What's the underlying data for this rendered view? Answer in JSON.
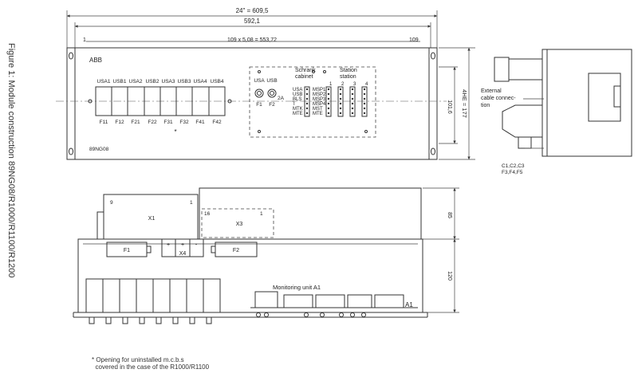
{
  "figure_caption": "Figure 1: Module construction 89NG08/R1000/R1100/R1200",
  "dimensions": {
    "overall_width": "24\" = 609,5",
    "inner_width": "592,1",
    "pitch_width": "109 x 5,08 = 553,72",
    "pitch_start": "1",
    "pitch_end": "109",
    "height_4he": "4HE = 177",
    "height_inner": "101,6",
    "depth_top": "85",
    "depth_bottom": "120"
  },
  "front_panel": {
    "logo": "ABB",
    "module_label": "89NG08",
    "breaker_top_labels": [
      "USA1",
      "USB1",
      "USA2",
      "USB2",
      "USA3",
      "USB3",
      "USA4",
      "USB4"
    ],
    "breaker_bottom_labels": [
      "F11",
      "F12",
      "F21",
      "F22",
      "F31",
      "F32",
      "F41",
      "F42"
    ],
    "asterisk": "*",
    "fuse_top_labels": [
      "USA",
      "USB"
    ],
    "fuse_bottom_labels": [
      "F1",
      "F2"
    ],
    "fuse_rating": "2A",
    "cabinet_title_line1": "Schrank",
    "cabinet_title_line2": "cabinet",
    "station_title_line1": "Station",
    "station_title_line2": "station",
    "cabinet_signals_left": [
      "USA",
      "USB",
      "BLS",
      "T",
      "MTK",
      "MTE"
    ],
    "cabinet_signals_right": [
      "MSP1",
      "MSP2",
      "MSP3",
      "MSP4",
      "MST",
      "MTE"
    ],
    "station_numbers": [
      "1",
      "2",
      "3",
      "4"
    ]
  },
  "side_view": {
    "label_line1": "External",
    "label_line2": "cable connec-",
    "label_line3": "tion",
    "fuse_line1": "C1,C2,C3",
    "fuse_line2": "F3,F4,F5"
  },
  "top_view": {
    "x1_label": "X1",
    "x1_pin_left": "9",
    "x1_pin_right": "1",
    "x3_label": "X3",
    "x3_pin_left": "16",
    "x3_pin_right": "1",
    "f1_label": "F1",
    "f2_label": "F2",
    "x4_label": "X4",
    "x4_plus1": "+",
    "x4_plus2": "+",
    "x4_minus": "-",
    "monitoring_label": "Monitoring unit A1",
    "a1_label": "A1"
  },
  "footnote_line1": "* Opening for uninstalled m.c.b.s",
  "footnote_line2": "  covered in the case of the R1000/R1100"
}
